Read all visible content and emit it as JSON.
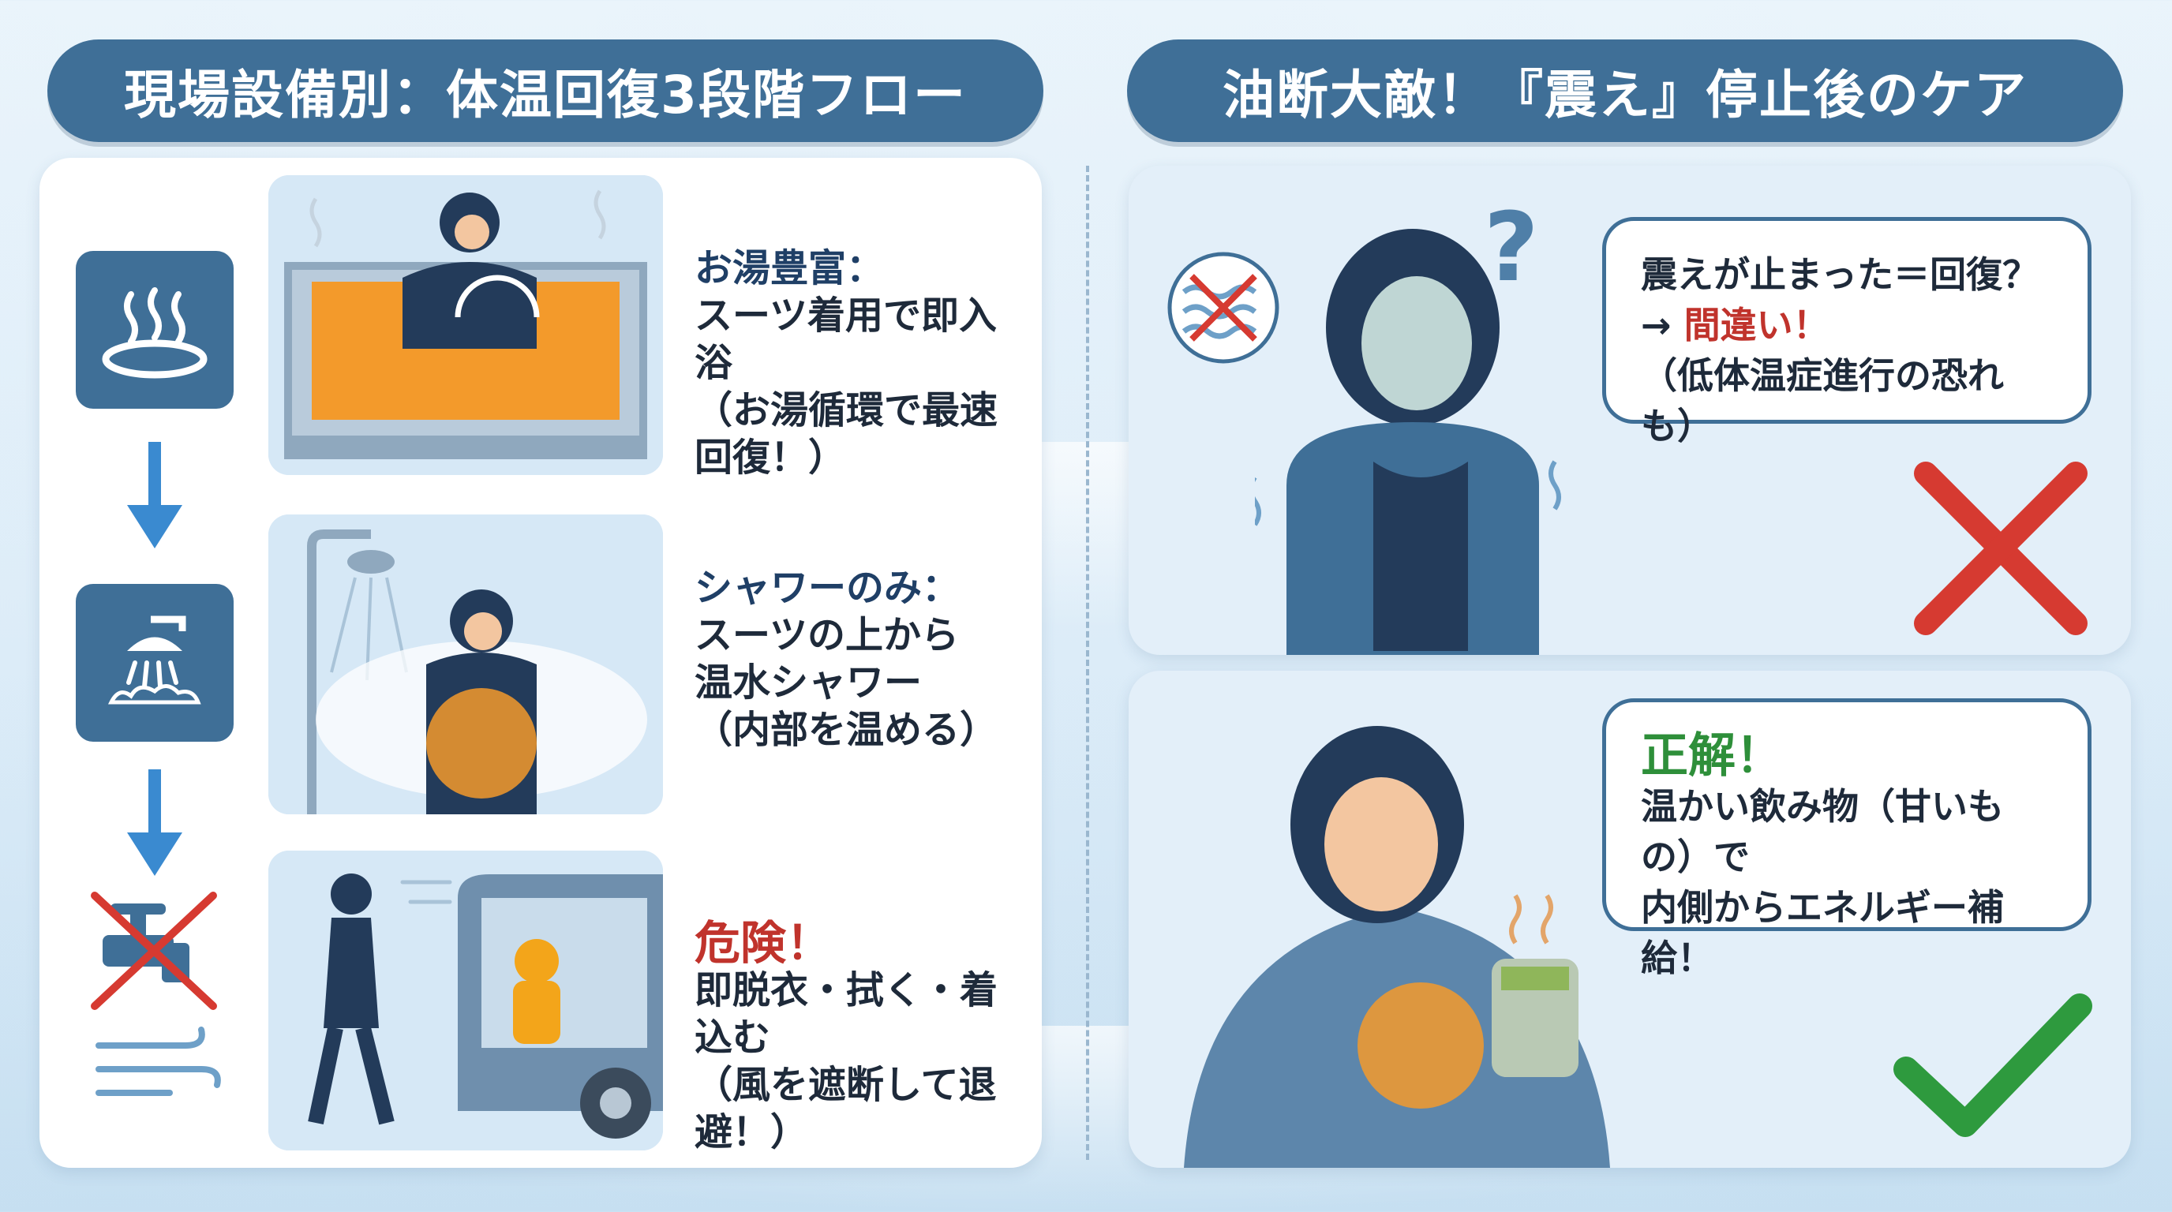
{
  "left": {
    "title": "現場設備別：体温回復3段階フロー",
    "steps": [
      {
        "icon": "hot-spring-icon",
        "heading": "お湯豊富：",
        "line1": "スーツ着用で即入浴",
        "line2": "（お湯循環で最速回復！）"
      },
      {
        "icon": "shower-icon",
        "heading": "シャワーのみ：",
        "line1": "スーツの上から",
        "line2": "温水シャワー",
        "line3": "（内部を温める）"
      },
      {
        "icon": "no-water-wind-icon",
        "heading": "危険！",
        "line1": "即脱衣・拭く・着込む",
        "line2": "（風を遮断して退避！）"
      }
    ]
  },
  "right": {
    "title": "油断大敵！『震え』停止後のケア",
    "wrong": {
      "line1": "震えが止まった＝回復？",
      "arrow": "→ ",
      "verdict": "間違い！",
      "line3": "（低体温症進行の恐れも）"
    },
    "right": {
      "verdict": "正解！",
      "line1": "温かい飲み物（甘いもの）で",
      "line2": "内側からエネルギー補給！"
    },
    "question_mark": "?"
  },
  "colors": {
    "banner": "#3f6f97",
    "danger": "#c0332c",
    "ok": "#2e8f3a",
    "warm": "#f39a2b"
  }
}
